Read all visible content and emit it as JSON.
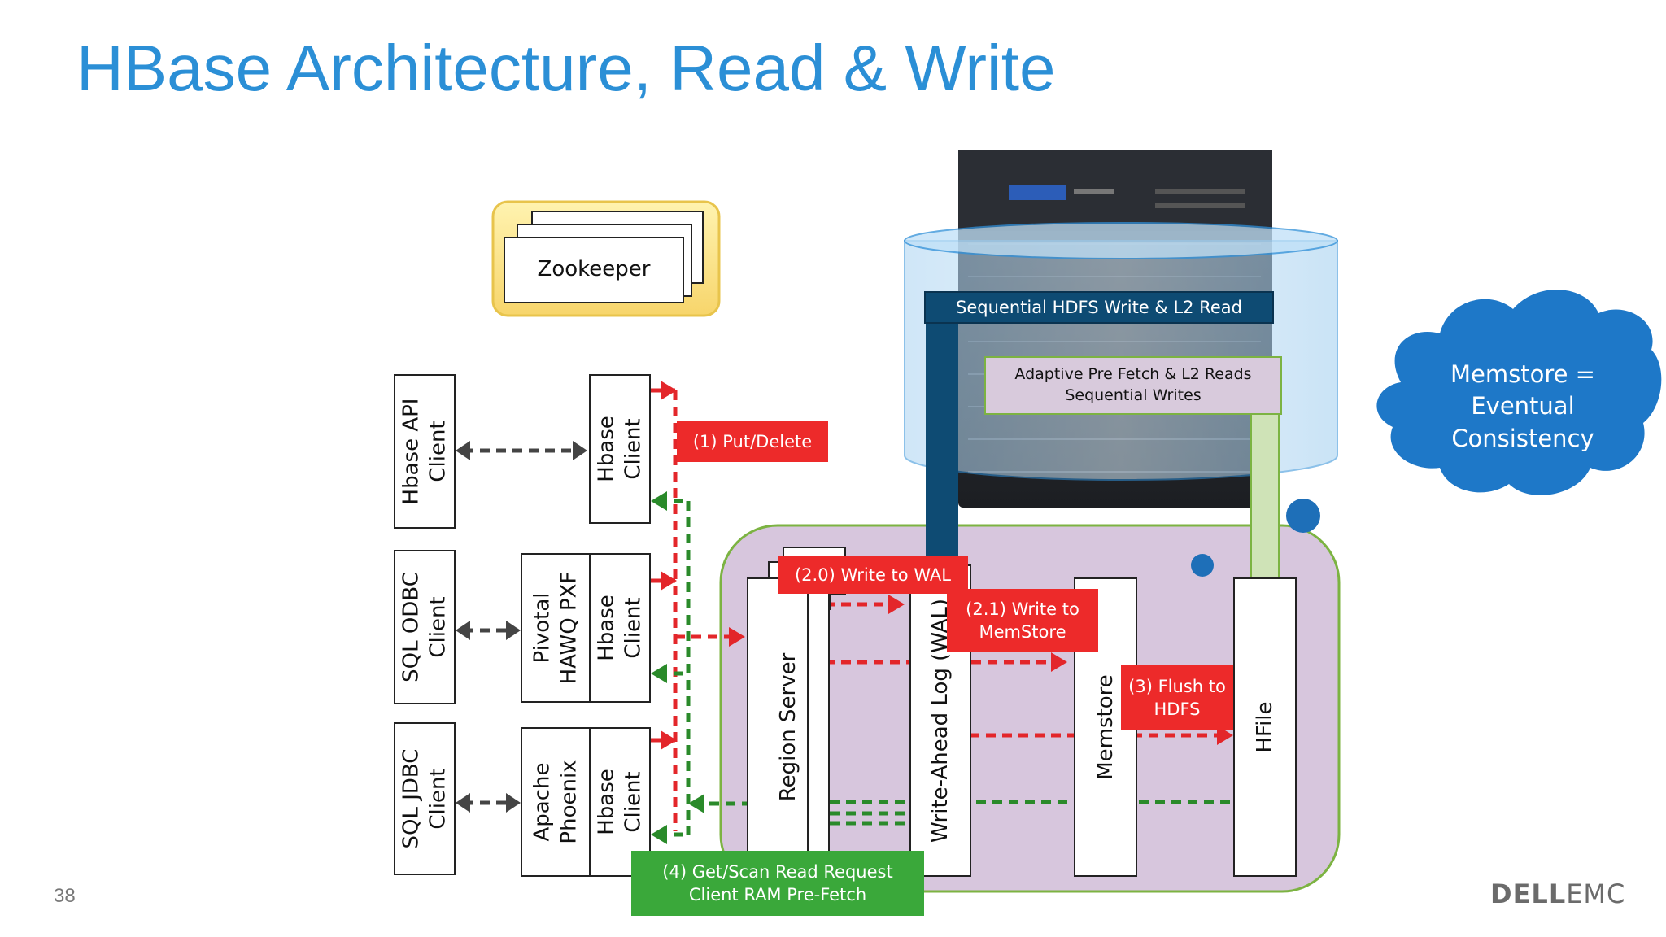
{
  "slide": {
    "title": "HBase Architecture, Read & Write",
    "page_number": "38",
    "logo": {
      "bold": "DELL",
      "light": "EMC"
    }
  },
  "zookeeper": {
    "label": "Zookeeper"
  },
  "clients": {
    "hbase_api": "Hbase API\nClient",
    "sql_odbc": "SQL ODBC\nClient",
    "sql_jdbc": "SQL JDBC\nClient",
    "hbase_client": "Hbase\nClient",
    "pivotal": "Pivotal\nHAWQ PXF",
    "phoenix": "Apache\nPhoenix"
  },
  "storage": {
    "sequential": "Sequential HDFS Write & L2 Read",
    "adaptive": "Adaptive Pre Fetch & L2 Reads\nSequential Writes"
  },
  "cloud": {
    "text": "Memstore =\nEventual\nConsistency"
  },
  "components": {
    "region_server": "Region Server",
    "wal": "Write-Ahead Log (WAL)",
    "memstore": "Memstore",
    "hfile": "HFile"
  },
  "steps": {
    "put_delete": "(1) Put/Delete",
    "write_wal": "(2.0) Write to WAL",
    "write_memstore": "(2.1) Write to\nMemStore",
    "flush": "(3) Flush to\nHDFS",
    "get_scan": "(4) Get/Scan Read Request\nClient RAM Pre-Fetch"
  },
  "colors": {
    "title": "#2b8fd6",
    "write_path": "#e3262a",
    "read_path": "#2a8a2a",
    "region_bg": "#d7c6dd",
    "cloud": "#1e78c8",
    "navy_bar": "#0e4b73"
  }
}
